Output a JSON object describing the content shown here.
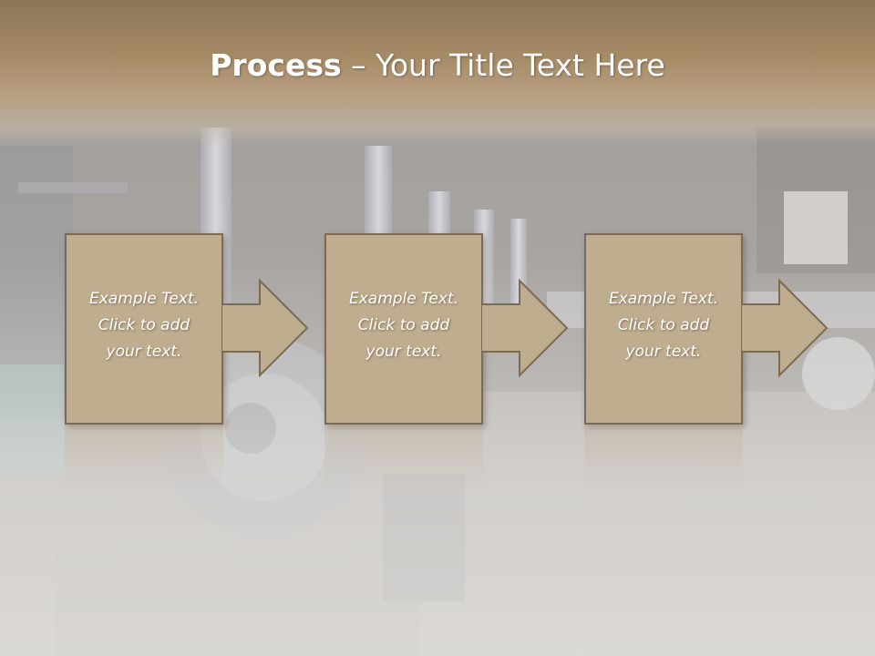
{
  "slide": {
    "title_bold": "Process",
    "title_dash": " – ",
    "title_rest": "Your Title Text Here"
  },
  "steps": [
    {
      "text": "Example Text.\nClick  to add\nyour text."
    },
    {
      "text": "Example Text.\nClick  to add\nyour text."
    },
    {
      "text": "Example Text.\nClick  to add\nyour text."
    }
  ],
  "colors": {
    "header": "#a58a66",
    "box_fill": "#bfad8f",
    "box_border": "#7a6a56",
    "text": "#ffffff"
  },
  "icons": [
    "right-arrow-icon"
  ]
}
